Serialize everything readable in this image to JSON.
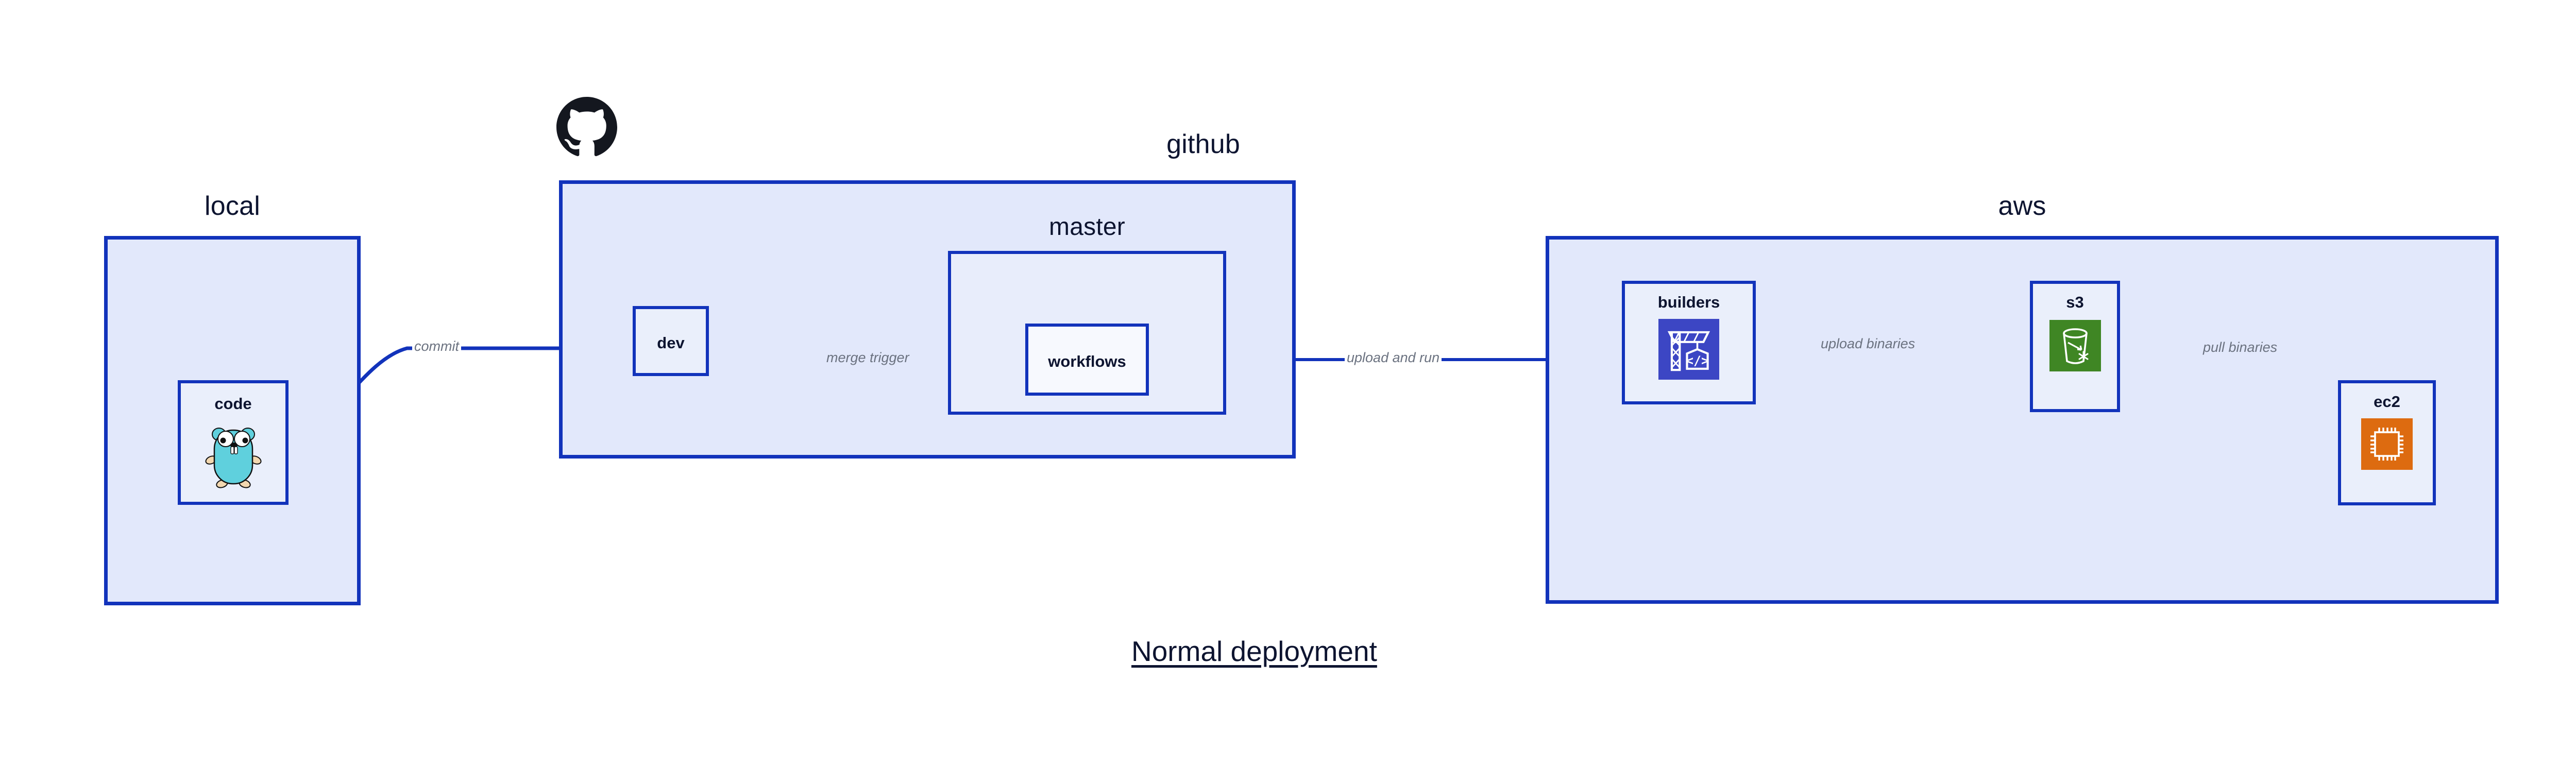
{
  "diagram": {
    "title": "Normal deployment",
    "accent_border": "#1233bb",
    "group_fill": "#e2e8fb",
    "node_fill": "#eaeffb",
    "edge_color": "#1233bb",
    "edge_label_color": "#6b7280",
    "text_color": "#0d1430"
  },
  "groups": [
    {
      "id": "local",
      "label": "local"
    },
    {
      "id": "github",
      "label": "github"
    },
    {
      "id": "aws",
      "label": "aws"
    }
  ],
  "subgroups": [
    {
      "id": "master",
      "label": "master"
    }
  ],
  "nodes": [
    {
      "id": "code",
      "label": "code",
      "icon": "go-gopher-icon",
      "icon_color": "#5fd0dd"
    },
    {
      "id": "dev",
      "label": "dev",
      "icon": "none",
      "icon_color": ""
    },
    {
      "id": "workflows",
      "label": "workflows",
      "icon": "none",
      "icon_color": ""
    },
    {
      "id": "builders",
      "label": "builders",
      "icon": "aws-codebuild-icon",
      "icon_color": "#3c46c4"
    },
    {
      "id": "s3",
      "label": "s3",
      "icon": "aws-s3-icon",
      "icon_color": "#3f8624"
    },
    {
      "id": "ec2",
      "label": "ec2",
      "icon": "aws-ec2-icon",
      "icon_color": "#dd6b10"
    }
  ],
  "edges": [
    {
      "id": "code-to-dev",
      "label": "commit",
      "from": "code",
      "to": "dev"
    },
    {
      "id": "dev-to-workflows",
      "label": "merge trigger",
      "from": "dev",
      "to": "workflows"
    },
    {
      "id": "workflows-to-builders",
      "label": "upload and run",
      "from": "workflows",
      "to": "builders"
    },
    {
      "id": "builders-to-s3",
      "label": "upload binaries",
      "from": "builders",
      "to": "s3"
    },
    {
      "id": "s3-to-ec2",
      "label": "pull binaries",
      "from": "s3",
      "to": "ec2"
    }
  ],
  "logos": [
    {
      "id": "github-logo",
      "name": "github-octocat-logo"
    }
  ]
}
